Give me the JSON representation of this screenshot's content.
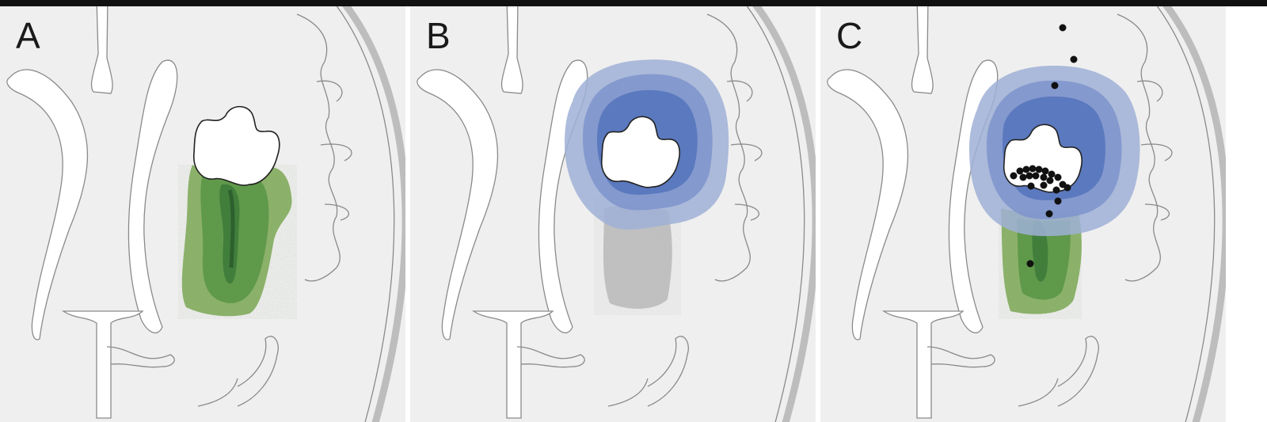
{
  "panels": [
    {
      "id": "A",
      "label": "A"
    },
    {
      "id": "B",
      "label": "B"
    },
    {
      "id": "C",
      "label": "C"
    }
  ],
  "colors": {
    "background": "#efefef",
    "outline": "#8a8a8a",
    "skull": "#bdbdbd",
    "green_light": "#8db36b",
    "green_mid": "#5f9a4a",
    "green_dark": "#2f6e32",
    "blue_outer": "#9fb0d6",
    "blue_mid": "#7f96cc",
    "blue_inner": "#5775bd",
    "gray_cloud": "#b5b5b5",
    "dot": "#111111"
  }
}
